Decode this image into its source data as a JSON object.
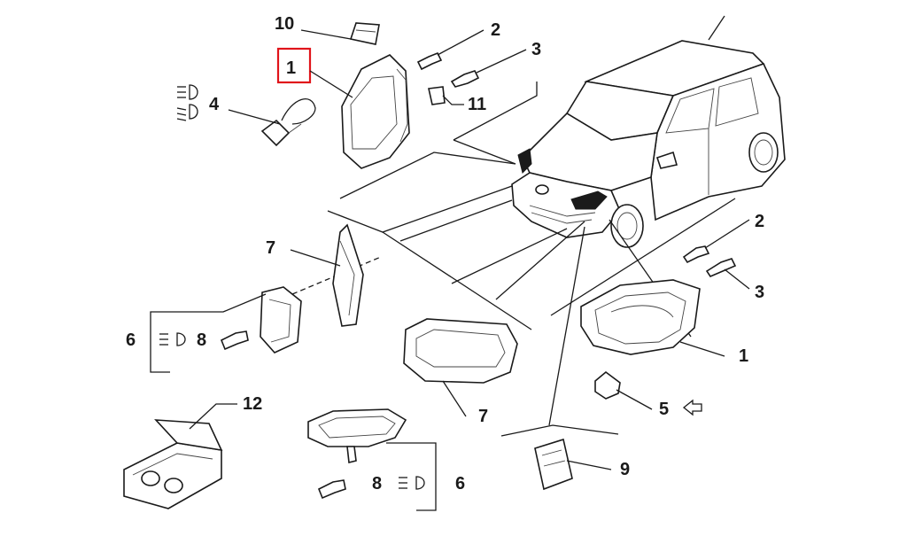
{
  "labels": {
    "l10": "10",
    "l1_top": "1",
    "l2_top": "2",
    "l3_top": "3",
    "l4": "4",
    "l11": "11",
    "l7_left": "7",
    "l6_left": "6",
    "l8_left": "8",
    "l2_right": "2",
    "l3_right": "3",
    "l1_right": "1",
    "l5": "5",
    "l7_center": "7",
    "l12": "12",
    "l9": "9",
    "l8_bottom": "8",
    "l6_bottom": "6"
  },
  "highlight": {
    "color": "#e0141a",
    "target": "1"
  },
  "icons": [
    "headlight-high-beam-icon",
    "headlight-low-beam-icon",
    "fog-light-icon",
    "arrow-left-icon"
  ]
}
